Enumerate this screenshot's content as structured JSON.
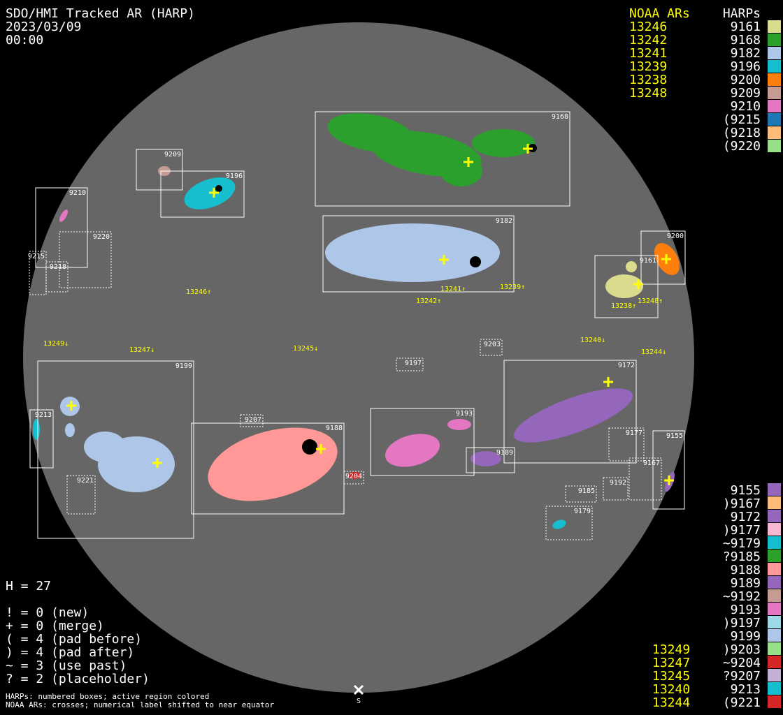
{
  "header": {
    "title": "SDO/HMI Tracked AR (HARP)",
    "date": "2023/03/09",
    "time": "00:00"
  },
  "noaa_top": {
    "heading": "NOAA ARs",
    "items": [
      "13246",
      "13242",
      "13241",
      "13239",
      "13238",
      "13248"
    ]
  },
  "harps_top": {
    "heading": "HARPs",
    "items": [
      {
        "label": "9161",
        "color": "#dbdb8d"
      },
      {
        "label": "9168",
        "color": "#2ca02c"
      },
      {
        "label": "9182",
        "color": "#aec7e8"
      },
      {
        "label": "9196",
        "color": "#17becf"
      },
      {
        "label": "9200",
        "color": "#ff7f0e"
      },
      {
        "label": "9209",
        "color": "#c49c94"
      },
      {
        "label": "9210",
        "color": "#e377c2"
      },
      {
        "label": "(9215",
        "color": "#1f77b4"
      },
      {
        "label": "(9218",
        "color": "#ffbb78"
      },
      {
        "label": "(9220",
        "color": "#98df8a"
      }
    ]
  },
  "harps_bottom": [
    {
      "label": "9155",
      "color": "#9467bd"
    },
    {
      "label": ")9167",
      "color": "#ffbb78"
    },
    {
      "label": "9172",
      "color": "#9467bd"
    },
    {
      "label": ")9177",
      "color": "#f7b6d2"
    },
    {
      "label": "~9179",
      "color": "#17becf"
    },
    {
      "label": "?9185",
      "color": "#2ca02c"
    },
    {
      "label": "9188",
      "color": "#ff9896"
    },
    {
      "label": "9189",
      "color": "#9467bd"
    },
    {
      "label": "~9192",
      "color": "#c49c94"
    },
    {
      "label": "9193",
      "color": "#e377c2"
    },
    {
      "label": ")9197",
      "color": "#9edae5"
    },
    {
      "label": "9199",
      "color": "#aec7e8"
    },
    {
      "label": ")9203",
      "color": "#98df8a"
    },
    {
      "label": "~9204",
      "color": "#d62728"
    },
    {
      "label": "?9207",
      "color": "#c5b0d5"
    },
    {
      "label": "9213",
      "color": "#17becf"
    },
    {
      "label": "(9221",
      "color": "#d62728"
    }
  ],
  "noaa_bottom": [
    "13249",
    "13247",
    "13245",
    "13240",
    "13244"
  ],
  "stats": {
    "h": "H = 27",
    "lines": [
      "! = 0 (new)",
      "+ = 0 (merge)",
      "( = 4 (pad before)",
      ") = 4 (pad after)",
      "~ = 3 (use past)",
      "? = 2 (placeholder)"
    ]
  },
  "footer": [
    "HARPs: numbered boxes; active region colored",
    "NOAA ARs: crosses; numerical label shifted to near equator"
  ],
  "south_label": "S",
  "box_labels": [
    "9168",
    "9209",
    "9196",
    "9210",
    "9220",
    "9215",
    "9218",
    "9182",
    "9200",
    "9161",
    "9203",
    "9197",
    "9199",
    "9213",
    "9207",
    "9188",
    "9204",
    "9193",
    "9189",
    "9172",
    "9177",
    "9155",
    "9167",
    "9192",
    "9185",
    "9179",
    "9221"
  ],
  "noaa_disk_labels": [
    "13246↑",
    "13242↑",
    "13241↑",
    "13239↑",
    "13238↑",
    "13248↑",
    "13249↓",
    "13247↓",
    "13245↓",
    "13240↓",
    "13244↓"
  ]
}
